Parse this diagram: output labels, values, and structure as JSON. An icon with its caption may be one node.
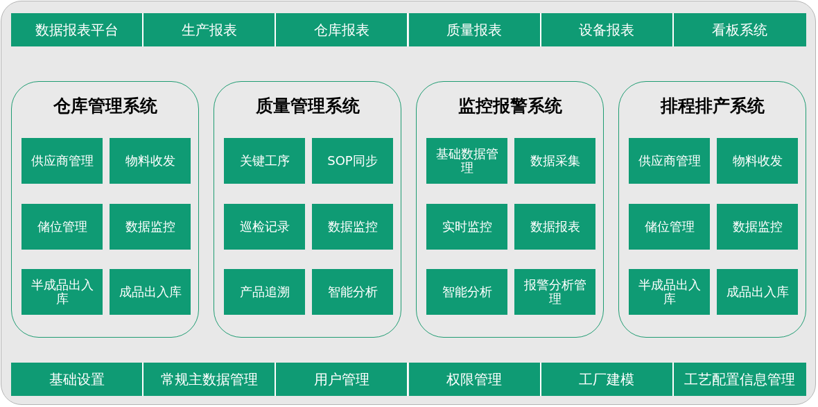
{
  "diagram": {
    "nodes": [
      {
        "text": [
          "数据报表平台"
        ]
      },
      {
        "text": [
          "生产报表"
        ]
      },
      {
        "text": [
          "仓库报表"
        ]
      },
      {
        "text": [
          "质量报表"
        ]
      },
      {
        "text": [
          "设备报表"
        ]
      },
      {
        "text": [
          "看板系统"
        ]
      },
      {
        "text": [
          "仓库管理系统"
        ]
      },
      {
        "text": [
          "供应商管理"
        ],
        "in": 6
      },
      {
        "text": [
          "物料收发"
        ],
        "in": 6
      },
      {
        "text": [
          "储位管理"
        ],
        "in": 6
      },
      {
        "text": [
          "数据监控"
        ],
        "in": 6
      },
      {
        "text": [
          "半成品出入库"
        ],
        "in": 6
      },
      {
        "text": [
          "成品出入库"
        ],
        "in": 6
      },
      {
        "text": [
          "质量管理系统"
        ]
      },
      {
        "text": [
          "关键工序"
        ],
        "in": 13
      },
      {
        "text": [
          "SOP同步"
        ],
        "in": 13
      },
      {
        "text": [
          "巡检记录"
        ],
        "in": 13
      },
      {
        "text": [
          "数据监控"
        ],
        "in": 13
      },
      {
        "text": [
          "产品追溯"
        ],
        "in": 13
      },
      {
        "text": [
          "智能分析"
        ],
        "in": 13
      },
      {
        "text": [
          "监控报警系统"
        ]
      },
      {
        "text": [
          "基础数据管理"
        ],
        "in": 20
      },
      {
        "text": [
          "数据采集"
        ],
        "in": 20
      },
      {
        "text": [
          "实时监控"
        ],
        "in": 20
      },
      {
        "text": [
          "数据报表"
        ],
        "in": 20
      },
      {
        "text": [
          "智能分析"
        ],
        "in": 20
      },
      {
        "text": [
          "报警分析管理"
        ],
        "in": 20
      },
      {
        "text": [
          "排程排产系统"
        ]
      },
      {
        "text": [
          "供应商管理"
        ],
        "in": 27
      },
      {
        "text": [
          "物料收发"
        ],
        "in": 27
      },
      {
        "text": [
          "储位管理"
        ],
        "in": 27
      },
      {
        "text": [
          "数据监控"
        ],
        "in": 27
      },
      {
        "text": [
          "半成品出入库"
        ],
        "in": 27
      },
      {
        "text": [
          "成品出入库"
        ],
        "in": 27
      },
      {
        "text": [
          "基础设置"
        ]
      },
      {
        "text": [
          "常规主数据管理"
        ]
      },
      {
        "text": [
          "用户管理"
        ]
      },
      {
        "text": [
          "权限管理"
        ]
      },
      {
        "text": [
          "工厂建模"
        ]
      },
      {
        "text": [
          "工艺配置信息管理"
        ]
      }
    ],
    "edges": []
  }
}
